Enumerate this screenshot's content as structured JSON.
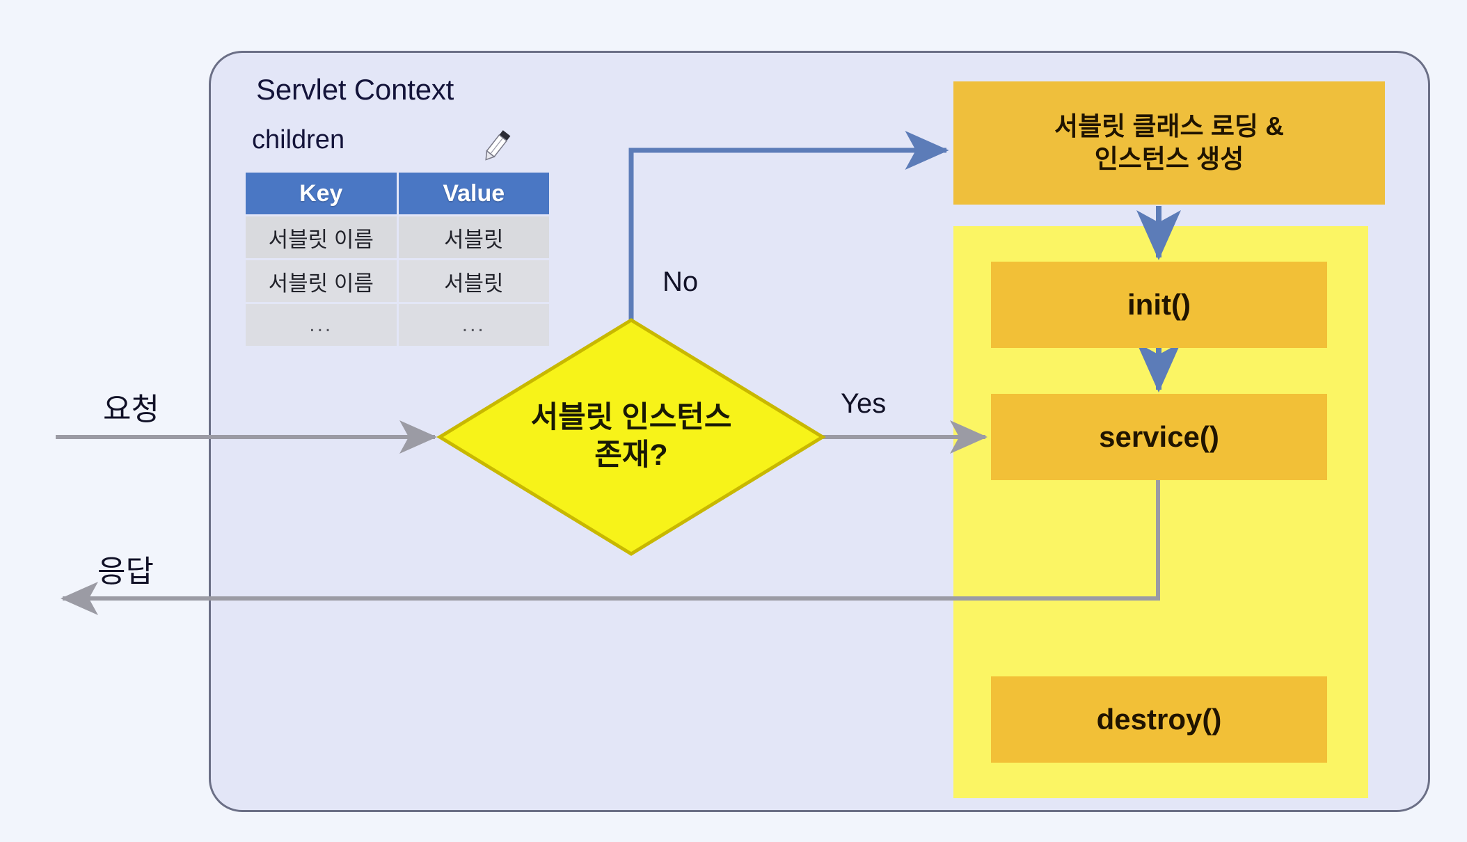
{
  "diagram": {
    "title": "Servlet Context",
    "children_label": "children",
    "pencil_icon_name": "pencil-icon",
    "background_color": "#f2f5fc",
    "container_fill": "#e3e6f7",
    "container_stroke": "#6b6f86"
  },
  "children_table": {
    "headers": [
      "Key",
      "Value"
    ],
    "header_bg": "#4a77c4",
    "row_bg": "#d9dade",
    "rows": [
      [
        "서블릿 이름",
        "서블릿"
      ],
      [
        "서블릿 이름",
        "서블릿"
      ],
      [
        "...",
        "..."
      ]
    ]
  },
  "nodes": {
    "decision": {
      "text": "서블릿 인스턴스\n존재?",
      "line1": "서블릿 인스턴스",
      "line2": "존재?",
      "fill": "#f7f319",
      "stroke": "#c8b800"
    },
    "loading": {
      "line1": "서블릿 클래스 로딩 &",
      "line2": "인스턴스 생성",
      "fill": "#efbf3c"
    },
    "init": {
      "label": "init()",
      "fill": "#f2c037"
    },
    "service": {
      "label": "service()",
      "fill": "#f2c037"
    },
    "destroy": {
      "label": "destroy()",
      "fill": "#f2c037"
    },
    "lifecycle_panel": {
      "fill": "#fbf564"
    }
  },
  "edges": {
    "no_label": "No",
    "yes_label": "Yes",
    "request_label": "요청",
    "response_label": "응답",
    "blue_color": "#6e8ec8",
    "gray_color": "#9b9ba4"
  }
}
